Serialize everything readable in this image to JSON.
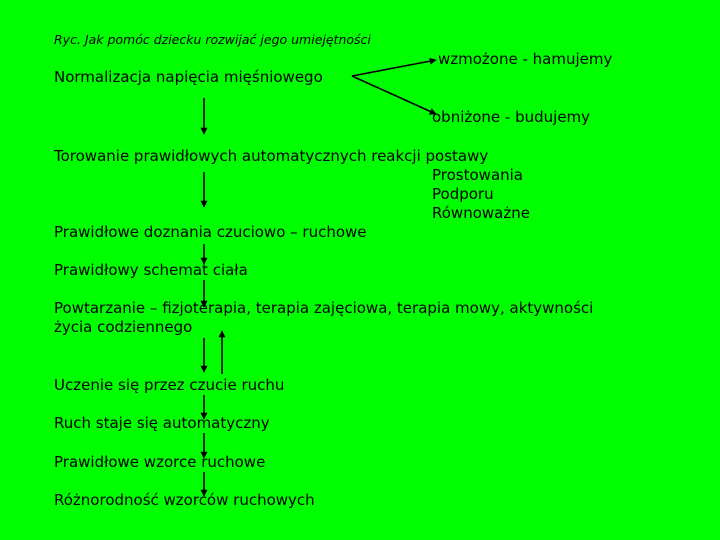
{
  "caption": "Ryc. Jak pomóc dziecku rozwijać jego umiejętności",
  "nodes": {
    "normalizacja": "Normalizacja napięcia mięśniowego",
    "wzmozone": "wzmożone - hamujemy",
    "obnizone": "obniżone - budujemy",
    "torowanie": "Torowanie prawidłowych automatycznych reakcji postawy",
    "prostowania": "Prostowania",
    "podporu": "Podporu",
    "rownowazne": "Równoważne",
    "doznania": "Prawidłowe doznania czuciowo – ruchowe",
    "schemat": "Prawidłowy schemat ciała",
    "powtarzanie_1": "Powtarzanie – fizjoterapia, terapia zajęciowa, terapia mowy, aktywności",
    "powtarzanie_2": "życia codziennego",
    "uczenie": "Uczenie się przez czucie ruchu",
    "automatyczny": "Ruch staje się automatyczny",
    "wzorce": "Prawidłowe wzorce ruchowe",
    "roznorodnosc": "Różnorodność wzorców ruchowych"
  },
  "colors": {
    "background": "#00ff00",
    "text": "#000000",
    "arrows": "#000000"
  }
}
